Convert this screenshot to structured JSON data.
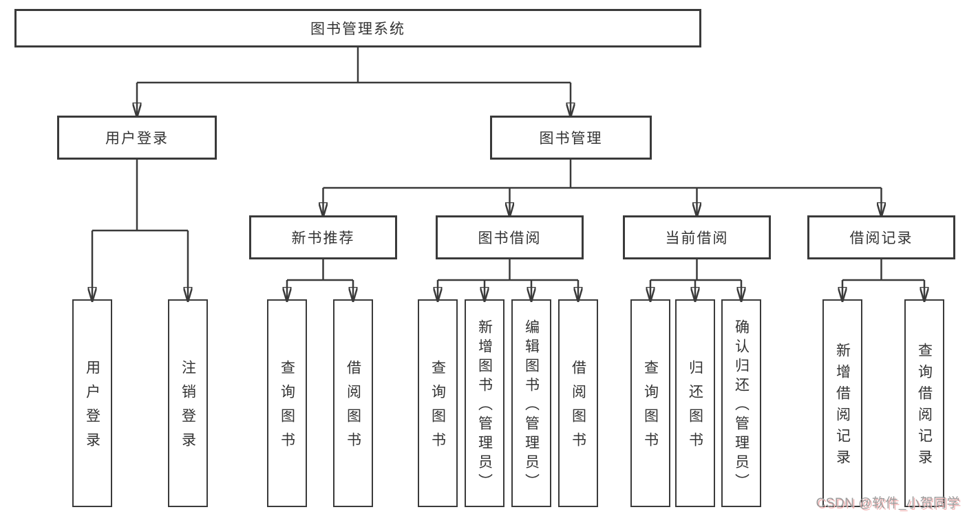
{
  "diagram_title": "图书管理系统",
  "nodes": {
    "root": "图书管理系统",
    "level2": [
      {
        "label": "用户登录"
      },
      {
        "label": "图书管理"
      }
    ],
    "level3": [
      {
        "label": "新书推荐"
      },
      {
        "label": "图书借阅"
      },
      {
        "label": "当前借阅"
      },
      {
        "label": "借阅记录"
      }
    ],
    "leaves": {
      "user_login": [
        "用户登录",
        "注销登录"
      ],
      "new_book_rec": [
        "查询图书",
        "借阅图书"
      ],
      "book_borrow": [
        "查询图书",
        "新增图书（管理员）",
        "编辑图书（管理员）",
        "借阅图书"
      ],
      "current_borrow": [
        "查询图书",
        "归还图书",
        "确认归还（管理员）"
      ],
      "borrow_record": [
        "新增借阅记录",
        "查询借阅记录"
      ]
    }
  },
  "watermark": "CSDN @软件_小贺同学",
  "colors": {
    "line": "#3a3a3a",
    "text": "#333333",
    "background": "#ffffff",
    "watermark_text": "#9c9c9c",
    "watermark_shadow": "#f2b7b7"
  }
}
